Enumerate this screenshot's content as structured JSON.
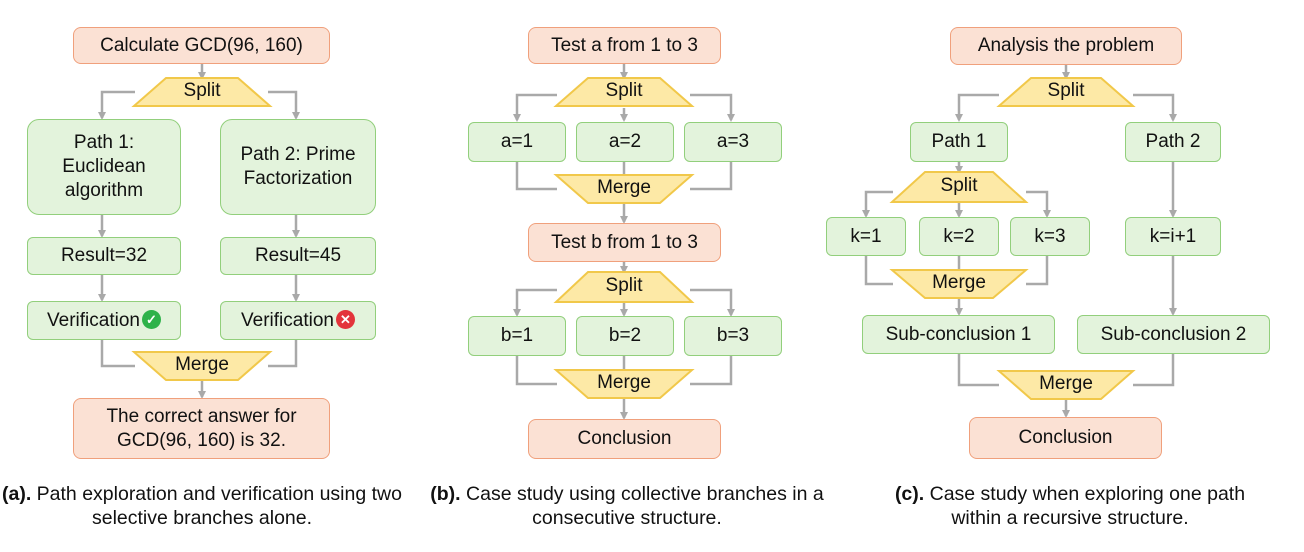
{
  "colors": {
    "orange_fill": "#fbe1d4",
    "orange_stroke": "#f0a07c",
    "green_fill": "#e3f3dc",
    "green_stroke": "#92cf7c",
    "trap_fill": "#fde9a6",
    "trap_stroke": "#f1c84a",
    "connector": "#a9a9a9"
  },
  "a": {
    "top": "Calculate GCD(96, 160)",
    "split": "Split",
    "path1": "Path 1: Euclidean algorithm",
    "path2": "Path 2: Prime Factorization",
    "result1": "Result=32",
    "result2": "Result=45",
    "verify1": "Verification",
    "verify1_icon": "check-circle-icon",
    "verify2": "Verification",
    "verify2_icon": "cross-circle-icon",
    "merge": "Merge",
    "answer": "The correct answer for GCD(96, 160) is 32.",
    "caption_label": "(a).",
    "caption_text": " Path exploration and verification using two selective branches alone."
  },
  "b": {
    "test_a": "Test a from 1 to 3",
    "split1": "Split",
    "a1": "a=1",
    "a2": "a=2",
    "a3": "a=3",
    "merge1": "Merge",
    "test_b": "Test b from 1 to 3",
    "split2": "Split",
    "b1": "b=1",
    "b2": "b=2",
    "b3": "b=3",
    "merge2": "Merge",
    "conclusion": "Conclusion",
    "caption_label": "(b).",
    "caption_text": " Case study using collective branches in a consecutive structure."
  },
  "c": {
    "top": "Analysis the problem",
    "split1": "Split",
    "path1": "Path 1",
    "path2": "Path 2",
    "split2": "Split",
    "k1": "k=1",
    "k2": "k=2",
    "k3": "k=3",
    "ki": "k=i+1",
    "merge_inner": "Merge",
    "sub1": "Sub-conclusion 1",
    "sub2": "Sub-conclusion 2",
    "merge_outer": "Merge",
    "conclusion": "Conclusion",
    "caption_label": "(c).",
    "caption_text": " Case study when exploring one path within a recursive structure."
  }
}
